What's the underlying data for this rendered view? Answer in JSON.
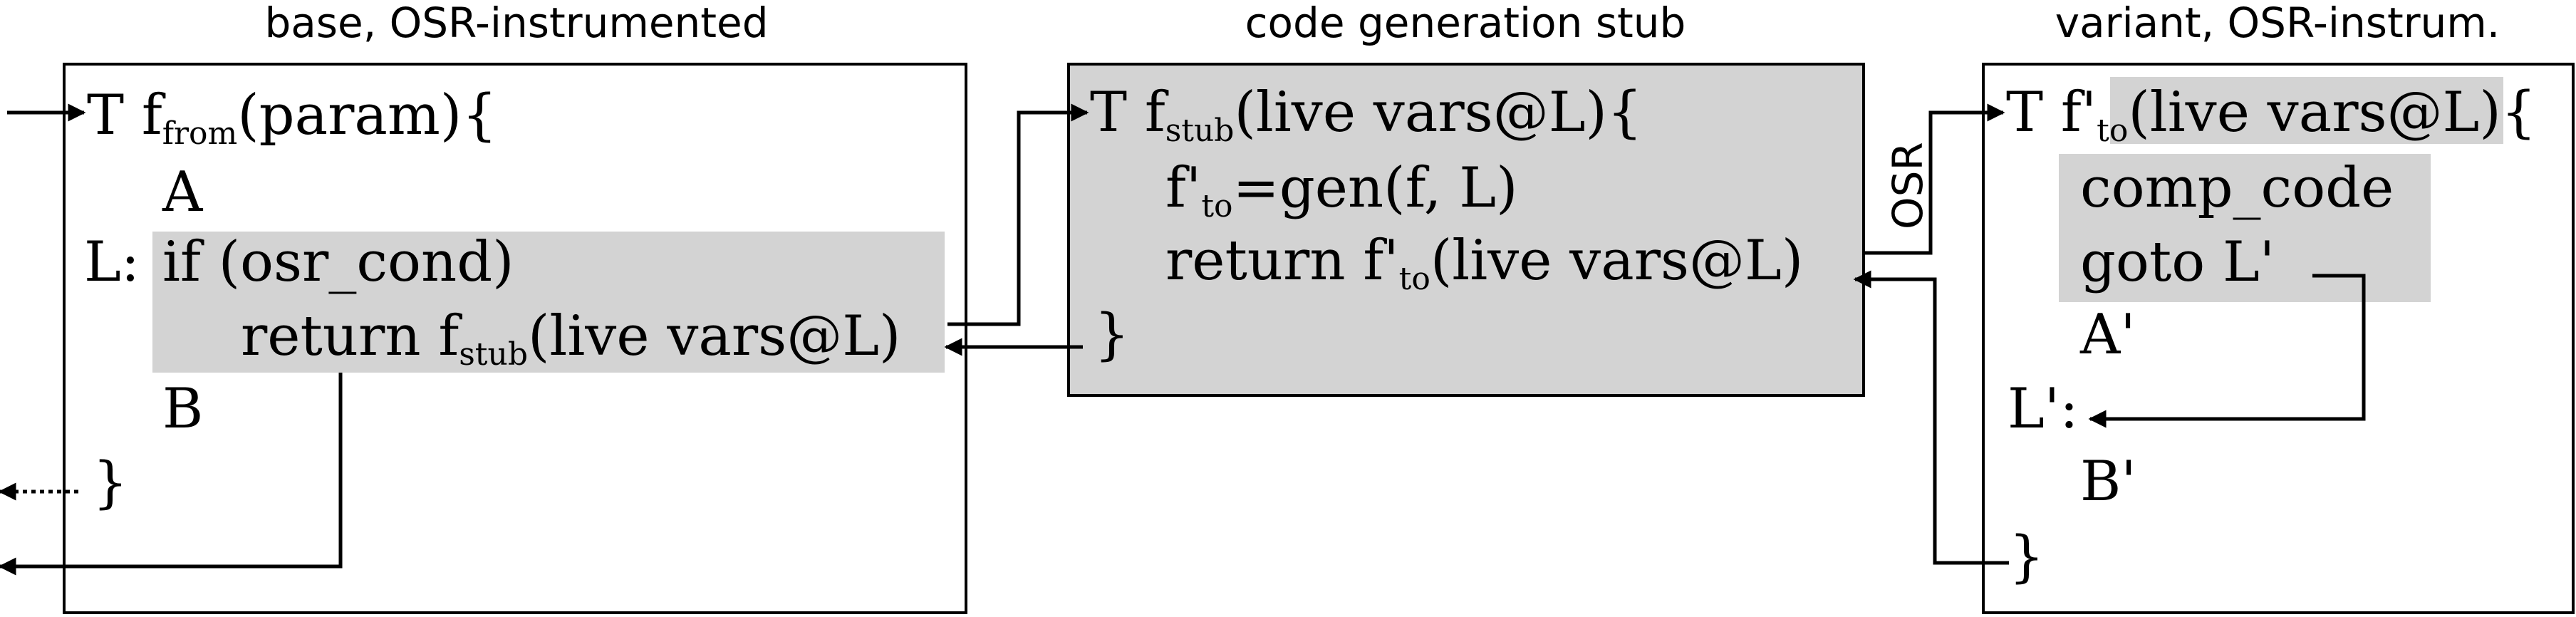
{
  "titles": {
    "base": "base, OSR-instrumented",
    "stub": "code generation stub",
    "variant": "variant, OSR-instrum."
  },
  "base": {
    "sig_pre": "T f",
    "sig_sub": "from",
    "sig_post": "(param){",
    "line_a": "A",
    "label_l": "L:",
    "if_line": "if (osr_cond)",
    "ret_pre": "return f",
    "ret_sub": "stub",
    "ret_post": "(live vars@L)",
    "line_b": "B",
    "close": "}"
  },
  "stub": {
    "sig_pre": "T f",
    "sig_sub": "stub",
    "sig_post": "(live vars@L){",
    "gen_pre": "f'",
    "gen_sub": "to",
    "gen_post": "=gen(f, L)",
    "ret_pre": "return f'",
    "ret_sub": "to",
    "ret_post": "(live vars@L)",
    "close": "}"
  },
  "variant": {
    "sig_pre": "T f'",
    "sig_sub": "to",
    "sig_paren": "(",
    "sig_args": "live vars@L",
    "sig_end": "){",
    "comp": "comp_code",
    "goto": "goto L'",
    "line_a": "A'",
    "label_l": "L':",
    "line_b": "B'",
    "close": "}"
  },
  "osr_label": "OSR",
  "colors": {
    "box_fill": "#d3d3d3",
    "highlight": "#d3d3d3",
    "stroke": "#000000"
  }
}
